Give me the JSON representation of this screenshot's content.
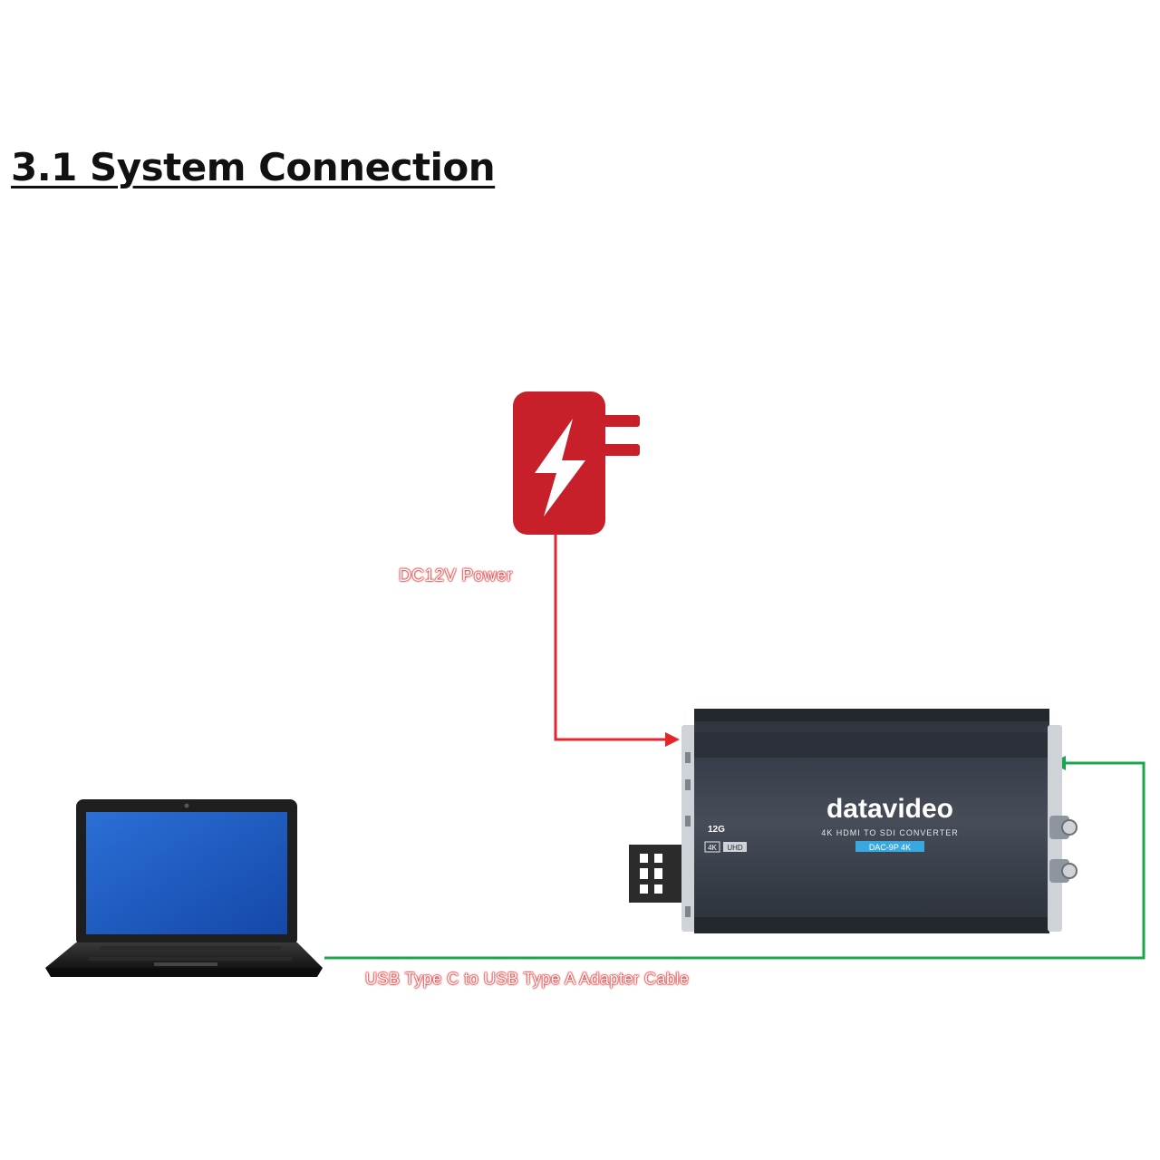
{
  "title": "3.1 System Connection",
  "labels": {
    "power_cable": "DC12V Power",
    "usb_cable": "USB Type C to USB Type A Adapter Cable"
  },
  "device": {
    "brand": "datavideo",
    "subtitle": "4K HDMI TO SDI CONVERTER",
    "model": "DAC-9P 4K",
    "badge_12g": "12G",
    "badge_4k": "4K",
    "badge_uhd": "UHD"
  },
  "icons": {
    "power": "power-adapter-icon",
    "laptop": "laptop-icon",
    "device": "converter-device"
  },
  "colors": {
    "power_line": "#e3262b",
    "usb_line": "#1aa64b",
    "adapter_red": "#c8202a",
    "device_body": "#3c4350"
  }
}
